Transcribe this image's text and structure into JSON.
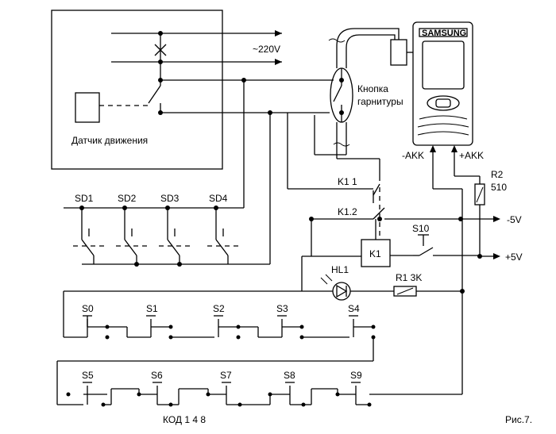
{
  "labels": {
    "voltage_ac": "~220V",
    "motion_sensor": "Датчик движения",
    "headset_button_line1": "Кнопка",
    "headset_button_line2": "гарнитуры",
    "phone_brand": "SAMSUNG",
    "akk_minus": "-AKK",
    "akk_plus": "+AKK",
    "k1_1": "K1 1",
    "k1_2": "K1.2",
    "k1": "K1",
    "r2": "R2",
    "r2_value": "510",
    "s10": "S10",
    "minus_5v": "-5V",
    "plus_5v": "+5V",
    "hl1": "HL1",
    "r1": "R1 3K",
    "code": "КОД 1 4 8",
    "figure": "Рис.7."
  },
  "sensors": [
    "SD1",
    "SD2",
    "SD3",
    "SD4"
  ],
  "keypad_row1": [
    "S0",
    "S1",
    "S2",
    "S3",
    "S4"
  ],
  "keypad_row2": [
    "S5",
    "S6",
    "S7",
    "S8",
    "S9"
  ]
}
